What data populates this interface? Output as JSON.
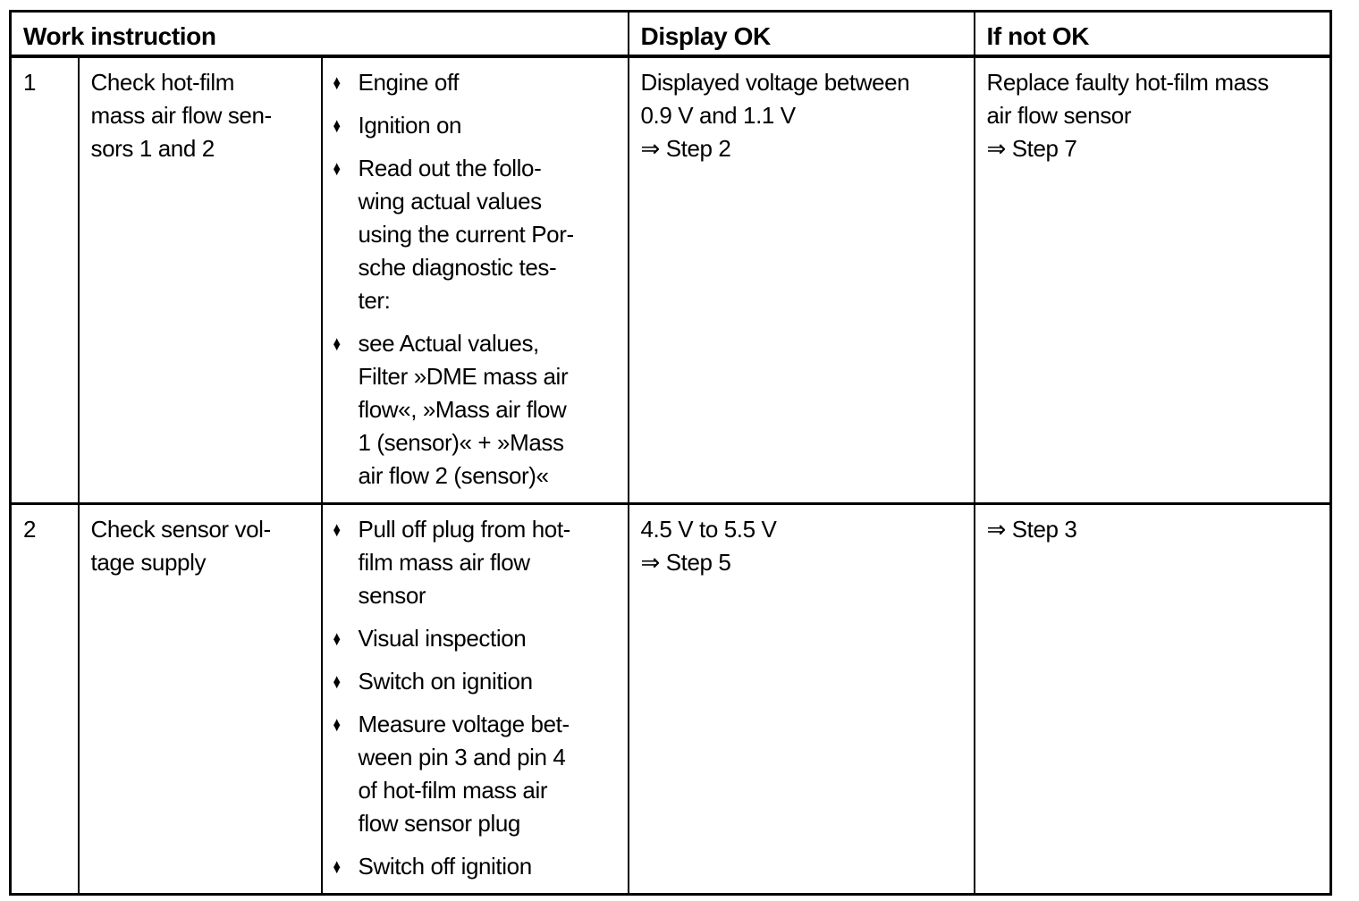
{
  "colors": {
    "text": "#000000",
    "border": "#000000",
    "background": "#ffffff"
  },
  "icons": {
    "bullet": "♦"
  },
  "header": {
    "work_instruction": "Work instruction",
    "display_ok": "Display OK",
    "if_not_ok": "If not OK"
  },
  "rows": [
    {
      "step": "1",
      "task": "Check hot-film\nmass air flow sen-\nsors 1 and 2",
      "bullets": [
        "Engine off",
        "Ignition on",
        "Read out the follo-\nwing actual values\nusing the current Por-\nsche diagnostic tes-\nter:",
        "see Actual values,\nFilter »DME mass air\nflow«, »Mass air flow\n1 (sensor)« + »Mass\nair flow 2 (sensor)«"
      ],
      "display_ok": "Displayed voltage between\n0.9 V and 1.1 V\n⇒ Step 2",
      "if_not_ok": "Replace faulty hot-film mass\nair flow sensor\n⇒ Step 7"
    },
    {
      "step": "2",
      "task": "Check sensor vol-\ntage supply",
      "bullets": [
        "Pull off plug from hot-\nfilm mass air flow\nsensor",
        "Visual inspection",
        "Switch on ignition",
        "Measure voltage bet-\nween pin 3 and pin 4\nof hot-film mass air\nflow sensor plug",
        "Switch off ignition"
      ],
      "display_ok": "4.5 V to 5.5 V\n⇒ Step 5",
      "if_not_ok": "⇒ Step 3"
    }
  ]
}
